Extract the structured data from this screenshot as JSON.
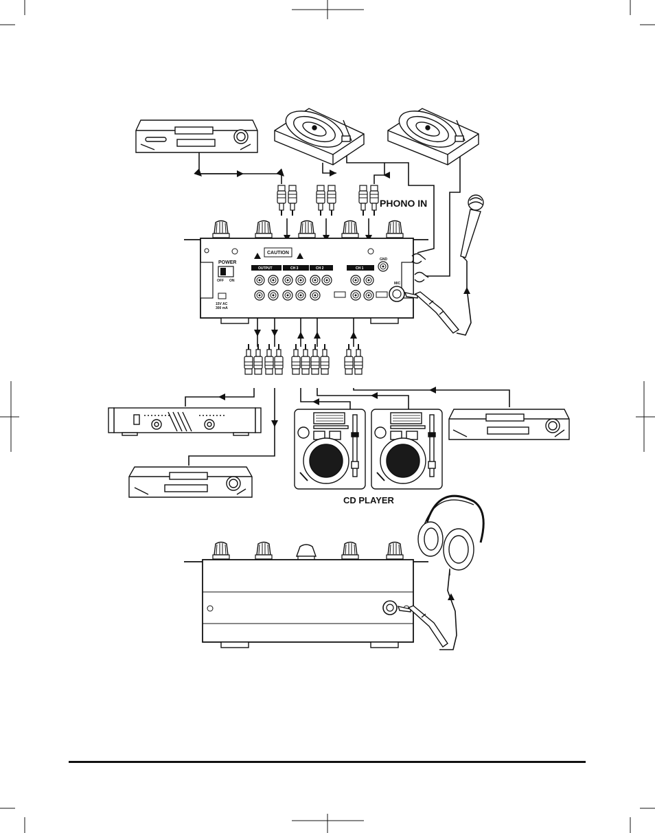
{
  "labels": {
    "phono_in": "PHONO IN",
    "cd_player": "CD PLAYER",
    "caution": "CAUTION",
    "power": "POWER",
    "off": "OFF",
    "on": "ON",
    "output": "OUTPUT",
    "ch3": "CH 3",
    "ch2": "CH 2",
    "ch1": "CH 1",
    "gnd": "GND",
    "mic": "MIC",
    "voltage": "15V AC",
    "current": "300 mA"
  },
  "colors": {
    "line": "#111111",
    "fill": "#ffffff",
    "dark": "#1a1a1a"
  }
}
